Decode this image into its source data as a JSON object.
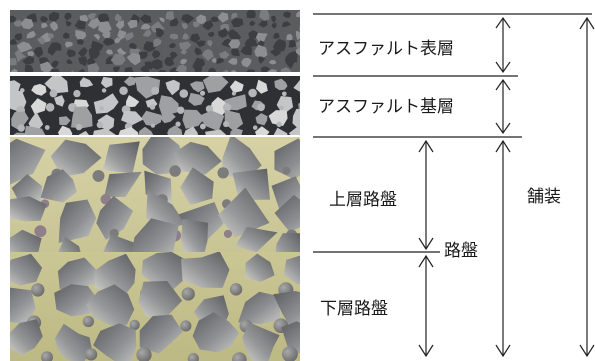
{
  "diagram": {
    "layers": [
      {
        "id": "surface",
        "label": "アスファルト表層"
      },
      {
        "id": "base",
        "label": "アスファルト基層"
      },
      {
        "id": "upper",
        "label": "上層路盤"
      },
      {
        "id": "lower",
        "label": "下層路盤"
      }
    ],
    "groups": {
      "roadbed": "路盤",
      "pavement": "舗装"
    }
  },
  "colors": {
    "surface": "#5b5c5e",
    "base": "#2f3033",
    "upper": "#cfcb9c",
    "lower": "#c6c290",
    "stone_dark": "#6b6c6e",
    "stone_light": "#a9aaab",
    "line": "#222222"
  }
}
